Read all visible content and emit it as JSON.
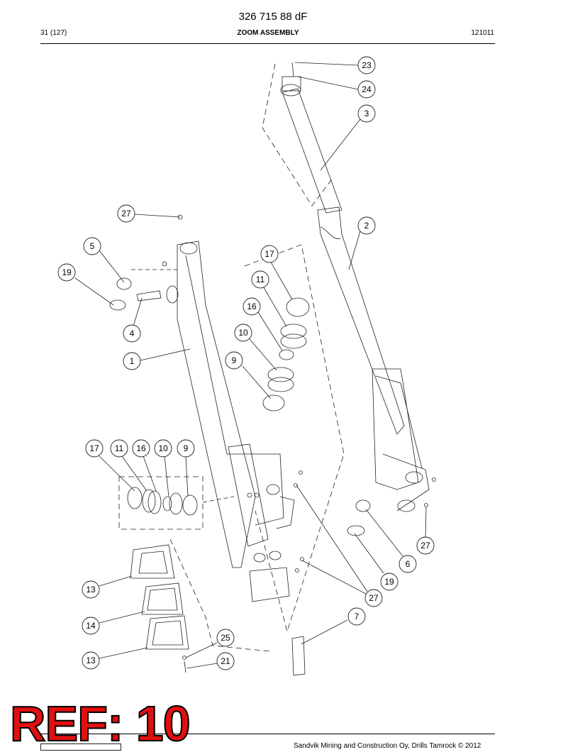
{
  "header": {
    "document_number": "326 715 88 dF",
    "page": "31 (127)",
    "section_title": "ZOOM ASSEMBLY",
    "date": "121011"
  },
  "stamp": {
    "text": "REF: 10"
  },
  "footer": {
    "copyright": "Sandvik Mining and Construction Oy, Drills Tamrock © 2012"
  },
  "callouts": [
    {
      "label": "23"
    },
    {
      "label": "24"
    },
    {
      "label": "3"
    },
    {
      "label": "27"
    },
    {
      "label": "2"
    },
    {
      "label": "5"
    },
    {
      "label": "17"
    },
    {
      "label": "19"
    },
    {
      "label": "11"
    },
    {
      "label": "16"
    },
    {
      "label": "4"
    },
    {
      "label": "10"
    },
    {
      "label": "1"
    },
    {
      "label": "9"
    },
    {
      "label": "17"
    },
    {
      "label": "11"
    },
    {
      "label": "16"
    },
    {
      "label": "10"
    },
    {
      "label": "9"
    },
    {
      "label": "27"
    },
    {
      "label": "6"
    },
    {
      "label": "19"
    },
    {
      "label": "13"
    },
    {
      "label": "27"
    },
    {
      "label": "7"
    },
    {
      "label": "14"
    },
    {
      "label": "25"
    },
    {
      "label": "13"
    },
    {
      "label": "21"
    }
  ]
}
